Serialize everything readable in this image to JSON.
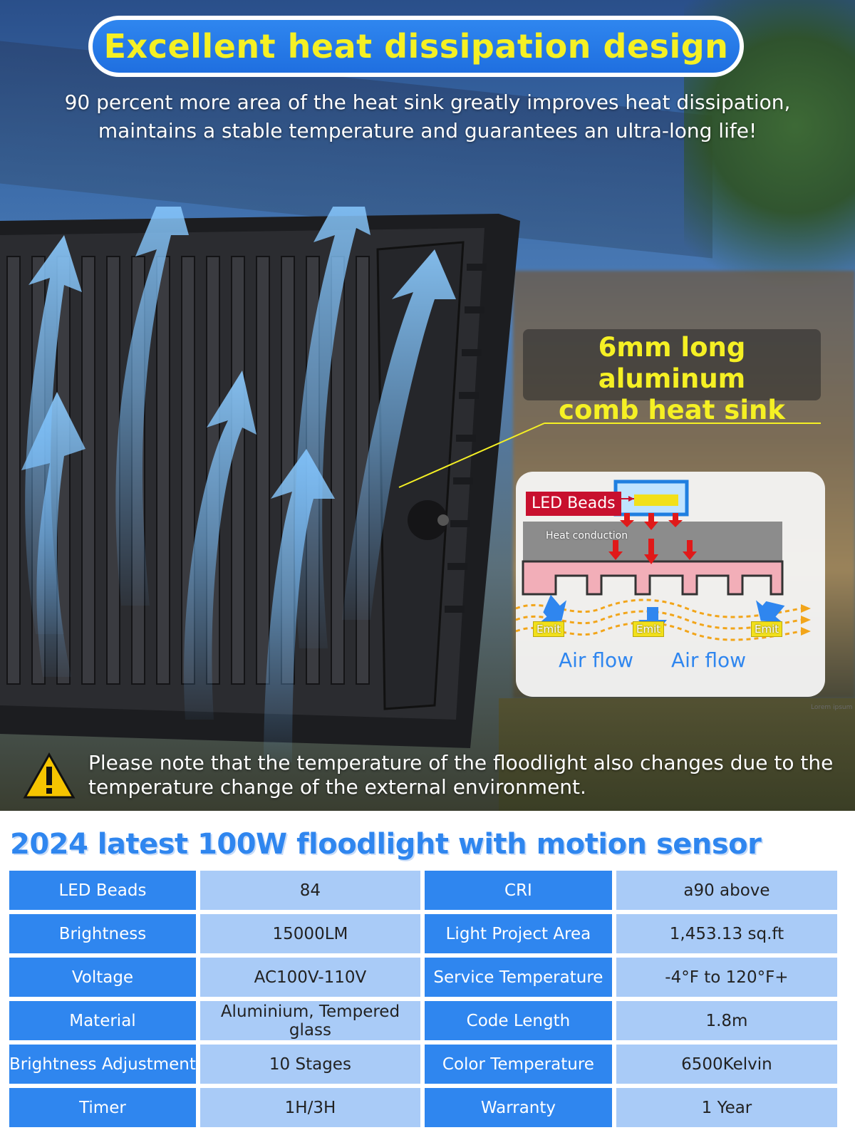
{
  "header": {
    "title": "Excellent heat dissipation design",
    "subtitle_line1": "90 percent more area of the heat sink greatly improves heat dissipation,",
    "subtitle_line2": "maintains a stable temperature and guarantees an ultra-long life!"
  },
  "callout": {
    "line1": "6mm long aluminum",
    "line2": "comb heat sink"
  },
  "diagram": {
    "led_label": "LED Beads",
    "heat_label": "Heat conduction",
    "emit_label": "Emit",
    "air_flow_label": "Air flow"
  },
  "watermark": "Lorem ipsum",
  "note": {
    "text_line1": "Please note that the temperature of the floodlight also changes due to the",
    "text_line2": "temperature change of the external environment."
  },
  "specs": {
    "title": "2024 latest 100W floodlight with motion sensor",
    "rows": [
      {
        "k1": "LED Beads",
        "v1": "84",
        "k2": "CRI",
        "v2": "a90 above"
      },
      {
        "k1": "Brightness",
        "v1": "15000LM",
        "k2": "Light Project Area",
        "v2": "1,453.13 sq.ft"
      },
      {
        "k1": "Voltage",
        "v1": "AC100V-110V",
        "k2": "Service Temperature",
        "v2": "-4°F to 120°F+"
      },
      {
        "k1": "Material",
        "v1": "Aluminium, Tempered glass",
        "k2": "Code Length",
        "v2": "1.8m"
      },
      {
        "k1": "Brightness Adjustment",
        "v1": "10 Stages",
        "k2": "Color Temperature",
        "v2": "6500Kelvin"
      },
      {
        "k1": "Timer",
        "v1": "1H/3H",
        "k2": "Warranty",
        "v2": "1 Year"
      }
    ]
  },
  "colors": {
    "accent_blue": "#2f86ef",
    "title_yellow": "#f5f024",
    "value_cell": "#a9cbf7",
    "led_red": "#c8102e"
  },
  "icons": {
    "warning": "warning-triangle-icon",
    "airflow": "airflow-arrow-icon"
  }
}
